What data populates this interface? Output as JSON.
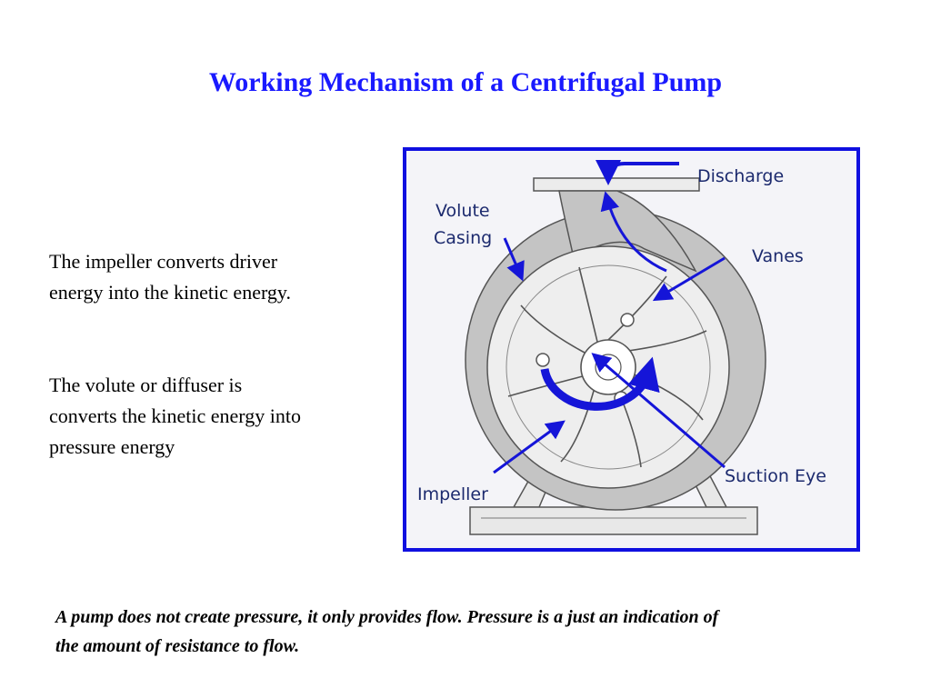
{
  "slide": {
    "title": "Working Mechanism of a Centrifugal Pump",
    "paragraph_1": "The impeller converts driver energy into the kinetic energy.",
    "paragraph_2": "The volute or diffuser is converts the kinetic energy into pressure energy",
    "footnote": "A pump does not create pressure, it only provides flow. Pressure is a just an indication of the amount of resistance to flow."
  },
  "diagram": {
    "labels": {
      "discharge": "Discharge",
      "volute_line1": "Volute",
      "volute_line2": "Casing",
      "vanes": "Vanes",
      "impeller": "Impeller",
      "suction_eye": "Suction Eye"
    },
    "colors": {
      "frame": "#1010e0",
      "arrow": "#1515d8",
      "casing_fill": "#c4c4c4",
      "label_text": "#1c2a6e"
    }
  }
}
